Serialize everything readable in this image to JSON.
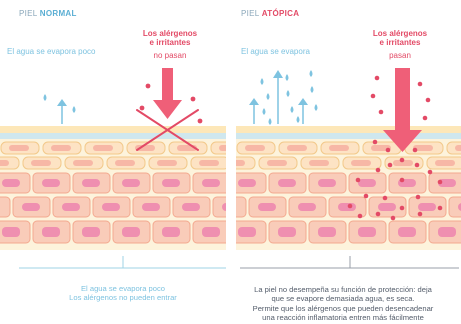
{
  "left": {
    "header_prefix": "PIEL ",
    "header_bold": "NORMAL",
    "header_bold_color": "#5aaed3",
    "evaporation_label": "El agua se evapora poco",
    "allergen_title_line1": "Los alérgenos",
    "allergen_title_line2": "e irritantes",
    "allergen_sub": "no pasan",
    "caption_line1": "El agua se evapora poco",
    "caption_line2": "Los alérgenos no pueden entrar"
  },
  "right": {
    "header_prefix": "PIEL ",
    "header_bold": "ATÓPICA",
    "header_bold_color": "#e34a66",
    "evaporation_label": "El agua se evapora",
    "allergen_title_line1": "Los alérgenos",
    "allergen_title_line2": "e irritantes",
    "allergen_sub": "pasan",
    "caption_line1": "La piel no desempeña su función de protección: deja",
    "caption_line2": "que se evapore demasiada agua, es seca.",
    "caption_line3": "Permite que los alérgenos que pueden desencadenar",
    "caption_line4": "una reacción inflamatoria entren más fácilmente"
  },
  "colors": {
    "water": "#7ec3e0",
    "allergen": "#e34a66",
    "lipid": "#f3d79a",
    "cell_fill": "#f6c4b4",
    "cell_core": "#ef8fb0",
    "outer_layer": "#fde7b8",
    "arrow": "#ef5f78"
  },
  "icons": [
    "water-drop-icon",
    "evaporation-arrow-icon",
    "allergen-dot-icon",
    "downward-arrow-icon",
    "cross-icon"
  ]
}
